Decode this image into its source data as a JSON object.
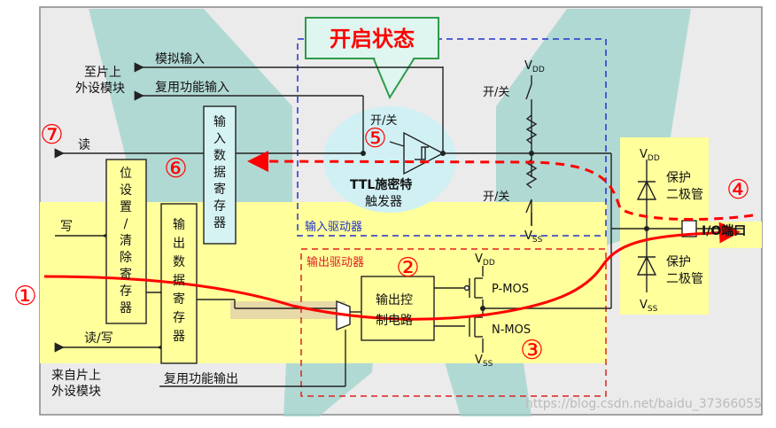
{
  "callout": {
    "label": "开启状态",
    "color": "#ff0000",
    "fill": "#dff5f0",
    "border": "#2e9b4a"
  },
  "labels": {
    "to_peripheral_line1": "至片上",
    "to_peripheral_line2": "外设模块",
    "analog_input": "模拟输入",
    "alt_func_input": "复用功能输入",
    "read": "读",
    "write": "写",
    "read_write": "读/写",
    "from_peripheral_line1": "来自片上",
    "from_peripheral_line2": "外设模块",
    "alt_func_output": "复用功能输出",
    "input_data_reg": [
      "输",
      "入",
      "数",
      "据",
      "寄",
      "存",
      "器"
    ],
    "bit_set_reset_reg": [
      "位",
      "设",
      "置",
      "/",
      "清",
      "除",
      "寄",
      "存",
      "器"
    ],
    "output_data_reg": [
      "输",
      "出",
      "数",
      "据",
      "寄",
      "存",
      "器"
    ],
    "on_off_schmitt": "开/关",
    "ttl_schmitt_line1": "TTL施密特",
    "ttl_schmitt_line2": "触发器",
    "input_driver": "输入驱动器",
    "output_driver": "输出驱动器",
    "output_ctrl_line1": "输出控",
    "output_ctrl_line2": "制电路",
    "pmos": "P-MOS",
    "nmos": "N-MOS",
    "vdd": "V",
    "vdd_sub": "DD",
    "vss": "V",
    "vss_sub": "SS",
    "on_off_pull_up": "开/关",
    "on_off_pull_down": "开/关",
    "protect_diode_line1": "保护",
    "protect_diode_line2": "二极管",
    "io_pin": "I/O端口",
    "watermark": "https://blog.csdn.net/baidu_37366055"
  },
  "markers": [
    "①",
    "②",
    "③",
    "④",
    "⑤",
    "⑥",
    "⑦"
  ],
  "colors": {
    "panel": "#ebebeb",
    "highlight": "#ffff9c",
    "tan_band": "#e8d9a8",
    "input_box_border": "#2233cc",
    "output_box_border": "#dd2222",
    "path_red": "#ff0000",
    "register_fill": "#d6f3f3",
    "teal_wing": "#9dd3cc"
  }
}
